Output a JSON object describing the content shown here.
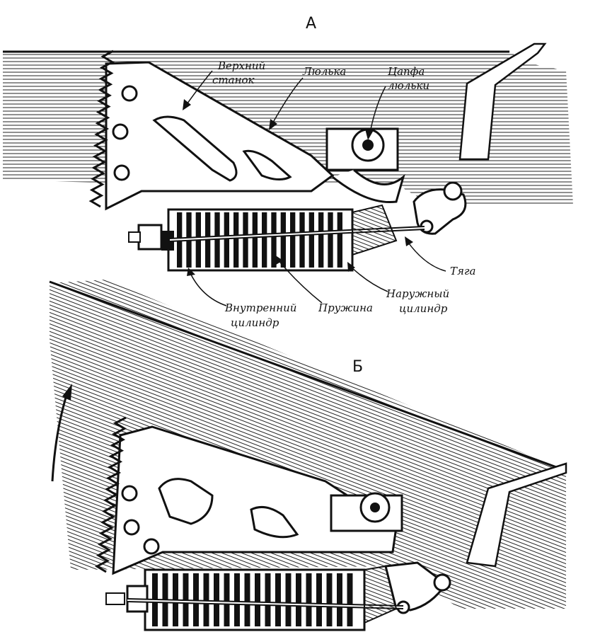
{
  "panels": {
    "a": "А",
    "b": "Б"
  },
  "labels": {
    "upper_carriage": [
      "Верхний",
      "станок"
    ],
    "cradle": "Люлька",
    "trunnion": [
      "Цапфа",
      "люльки"
    ],
    "rod": "Тяга",
    "inner_cylinder": [
      "Внутренний",
      "цилиндр"
    ],
    "spring": "Пружина",
    "outer_cylinder": [
      "Наружный",
      "цилиндр"
    ]
  },
  "colors": {
    "ink": "#111111",
    "paper": "#ffffff"
  }
}
